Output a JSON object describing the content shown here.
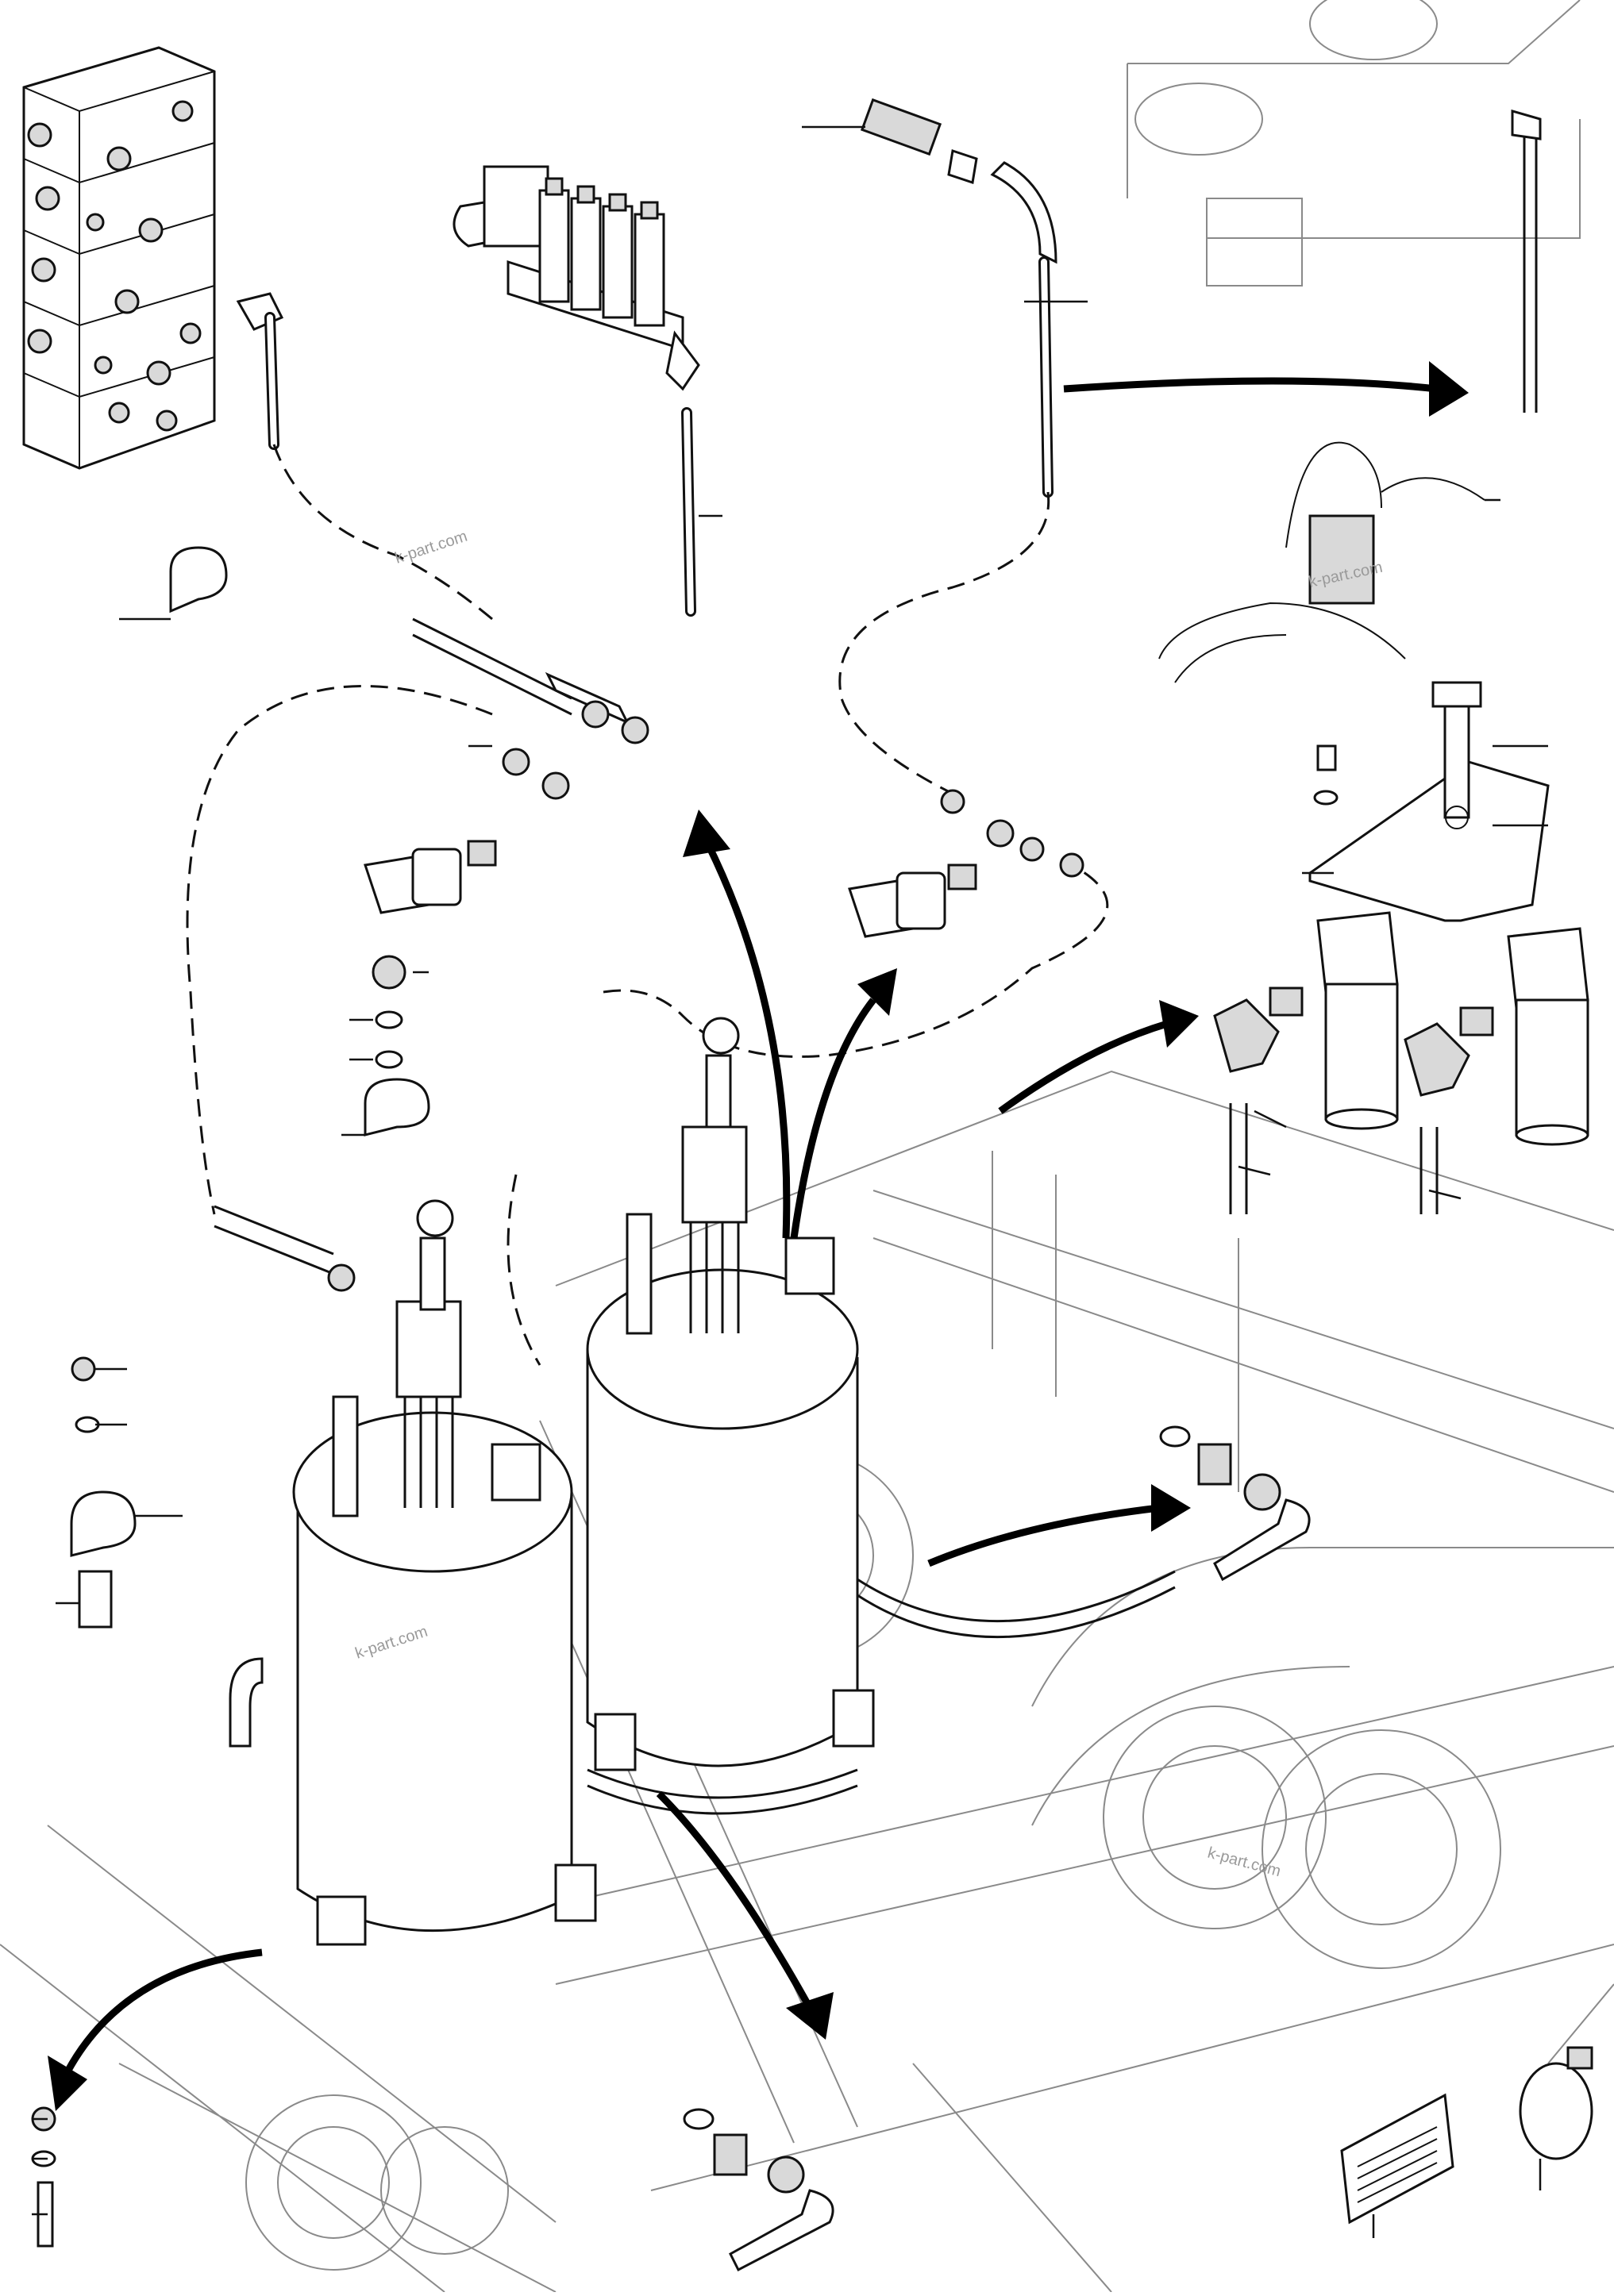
{
  "diagram": {
    "watermarks": [
      "k-part.com",
      "k-part.com",
      "k-part.com",
      "k-part.com"
    ],
    "colors": {
      "line": "#111111",
      "background_line": "#8a8a8a",
      "paper": "#ffffff"
    }
  }
}
